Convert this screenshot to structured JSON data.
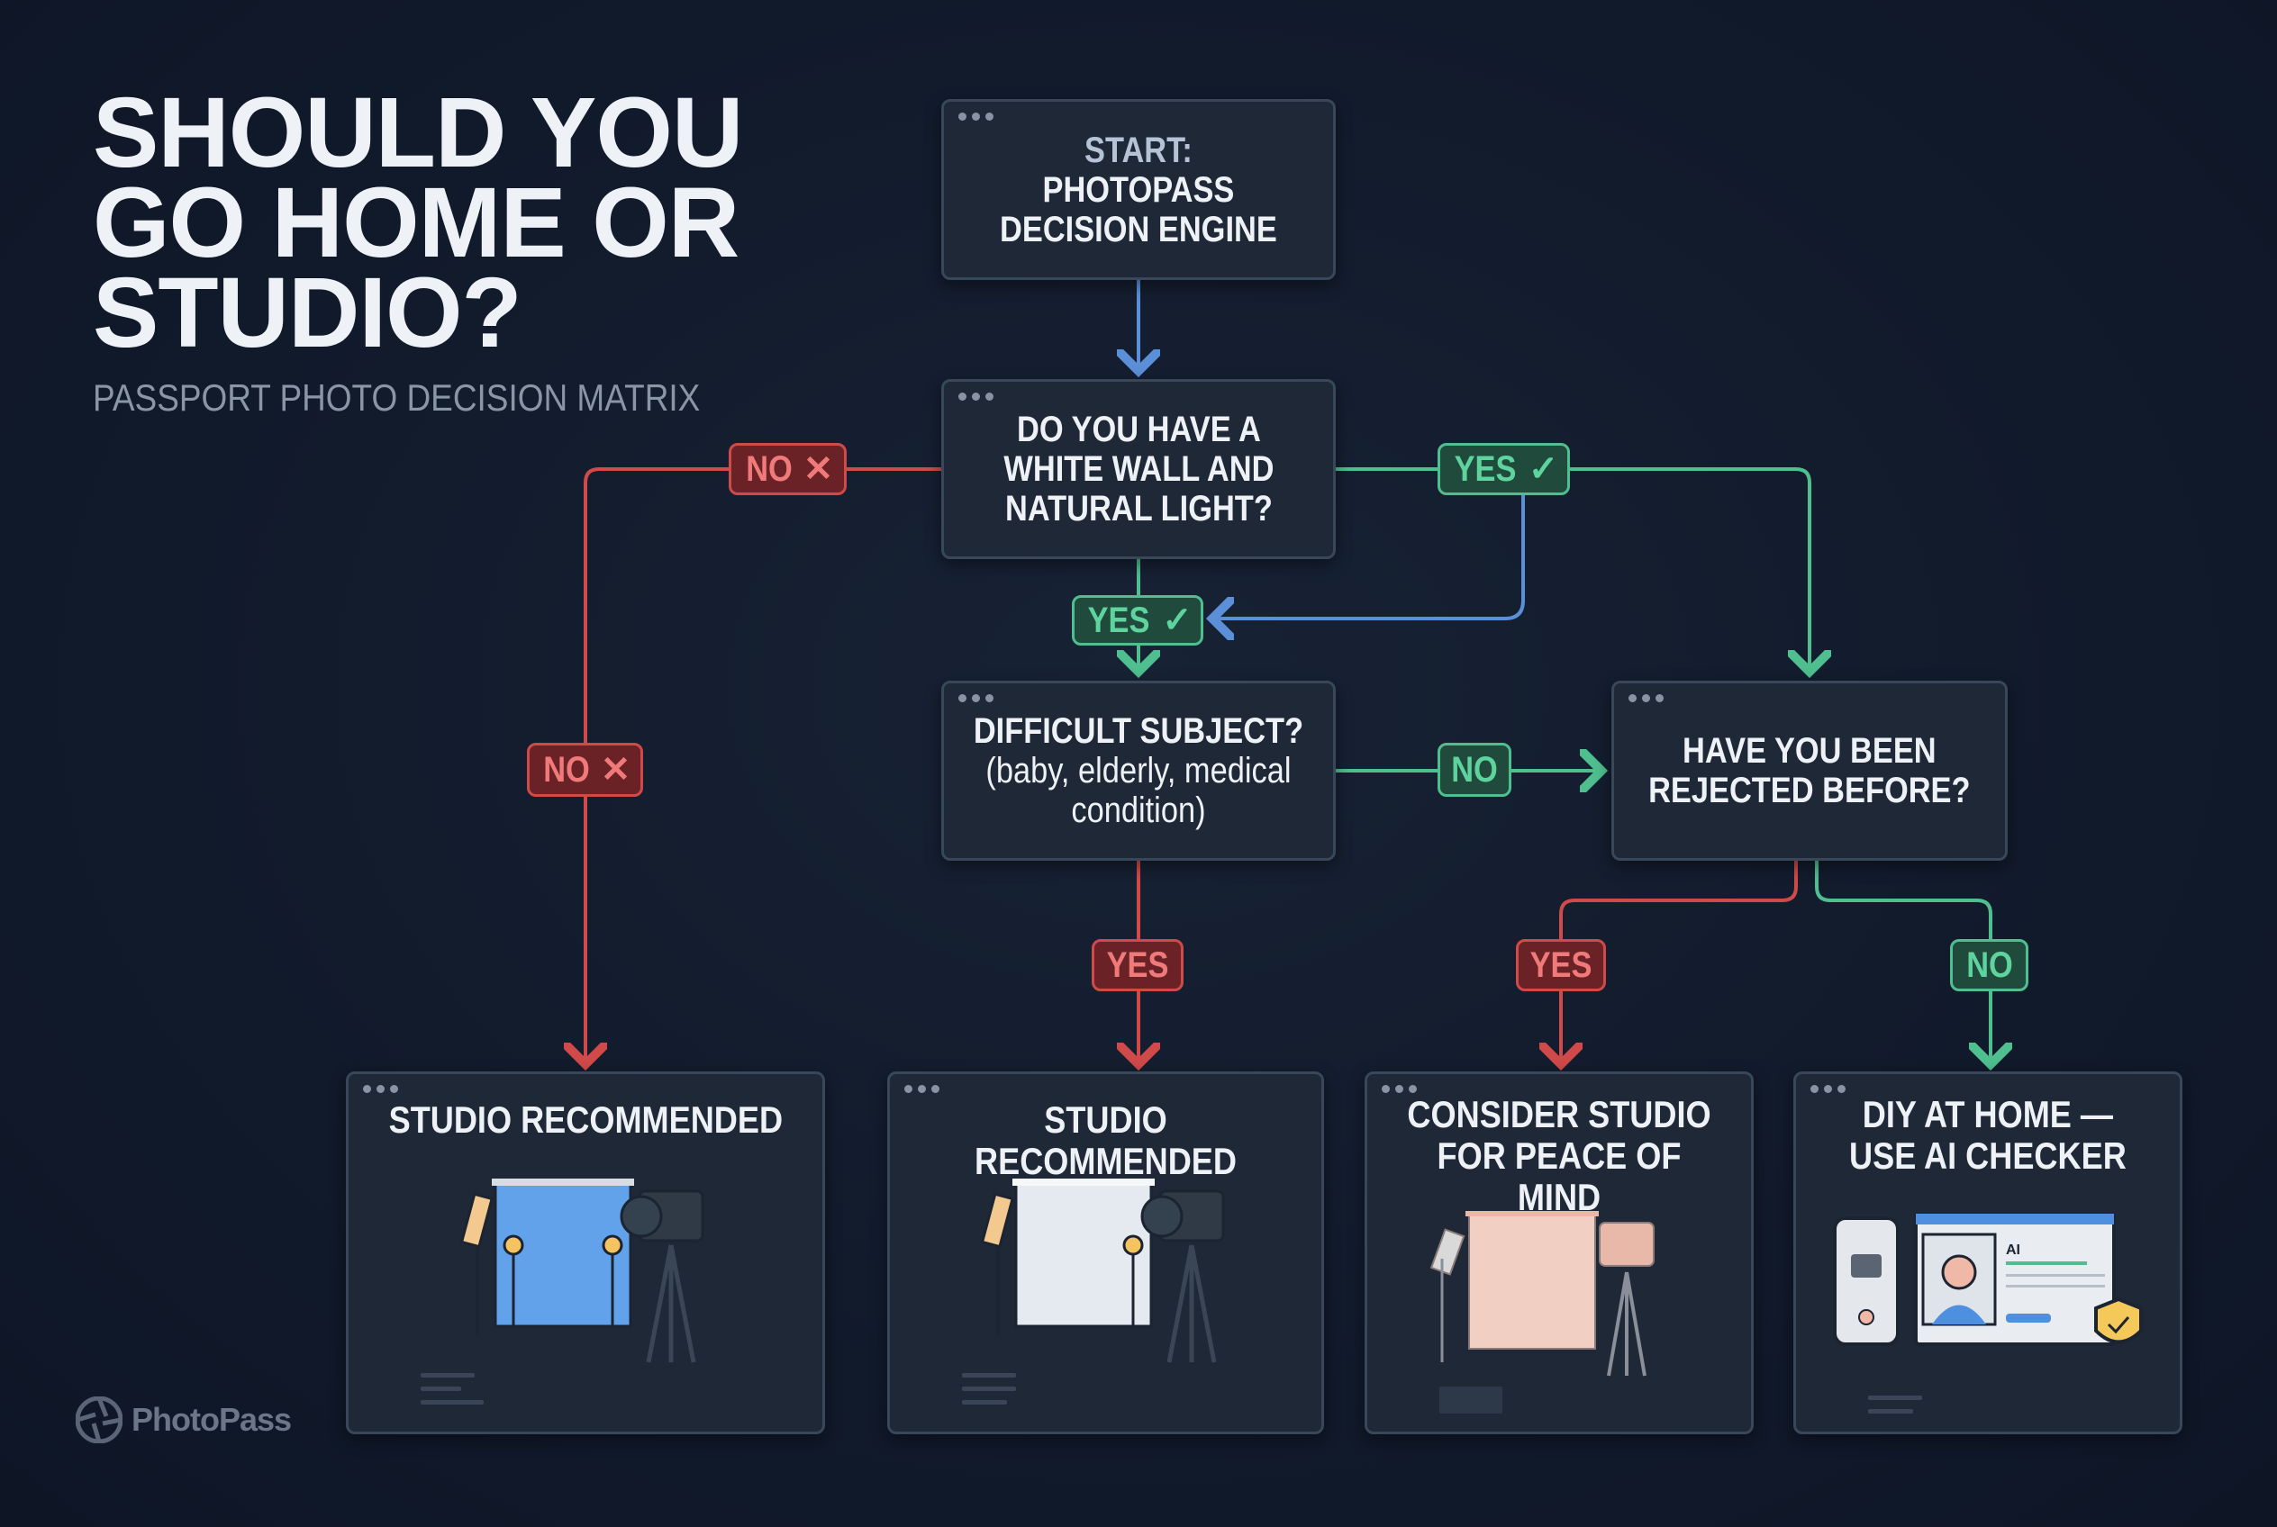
{
  "header": {
    "title_lines": [
      "SHOULD YOU",
      "GO HOME OR",
      "STUDIO?"
    ],
    "subtitle": "PASSPORT PHOTO DECISION MATRIX"
  },
  "brand": {
    "name": "PhotoPass"
  },
  "colors": {
    "background": "#111a2b",
    "box": "#1e2836",
    "yes_green": "#4fbf8f",
    "no_red": "#d04a4a",
    "loop_blue": "#5b8fd8"
  },
  "nodes": {
    "start": {
      "line1": "START:",
      "line2": "PHOTOPASS",
      "line3": "DECISION ENGINE"
    },
    "q1": {
      "text": [
        "DO YOU HAVE A",
        "WHITE WALL AND",
        "NATURAL LIGHT?"
      ]
    },
    "q2": {
      "text": "DIFFICULT SUBJECT?",
      "detail": [
        "(baby, elderly, medical",
        "condition)"
      ]
    },
    "q3": {
      "text": [
        "HAVE YOU BEEN",
        "REJECTED BEFORE?"
      ]
    }
  },
  "outcomes": [
    {
      "text": [
        "STUDIO RECOMMENDED"
      ],
      "illustration": "studio-blue-backdrop"
    },
    {
      "text": [
        "STUDIO RECOMMENDED"
      ],
      "illustration": "studio-white-backdrop"
    },
    {
      "text": [
        "CONSIDER STUDIO",
        "FOR PEACE OF MIND"
      ],
      "illustration": "studio-peach-backdrop"
    },
    {
      "text": [
        "DIY AT HOME —",
        "USE AI CHECKER"
      ],
      "illustration": "phone-ai-checker",
      "ai_label": "AI"
    }
  ],
  "edges": {
    "q1_no": {
      "label": "NO",
      "icon": "x-icon"
    },
    "q1_no_lower": {
      "label": "NO",
      "icon": "x-icon"
    },
    "q1_yes_right": {
      "label": "YES",
      "icon": "check-icon"
    },
    "q1_yes_down": {
      "label": "YES",
      "icon": "check-icon"
    },
    "q2_no": {
      "label": "NO"
    },
    "q2_yes": {
      "label": "YES"
    },
    "q3_yes": {
      "label": "YES"
    },
    "q3_no": {
      "label": "NO"
    }
  }
}
